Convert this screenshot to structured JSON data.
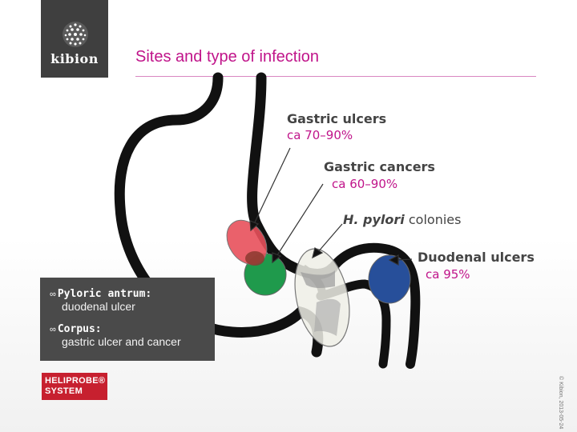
{
  "brand": {
    "name": "kibion",
    "product_line1": "HELIPROBE®",
    "product_line2": "SYSTEM",
    "primary_color": "#3f3f3f",
    "accent_color": "#c7202f"
  },
  "slide": {
    "title": "Sites and type of infection",
    "title_color": "#c0148a"
  },
  "diagram": {
    "labels": {
      "gastric_ulcers": {
        "title": "Gastric ulcers",
        "value": "ca 70–90%"
      },
      "gastric_cancers": {
        "title": "Gastric cancers",
        "value": "ca 60–90%"
      },
      "hpylori": {
        "italic": "H. pylori",
        "rest": " colonies"
      },
      "duodenal_ulcers": {
        "title": "Duodenal ulcers",
        "value": "ca 95%"
      }
    },
    "colors": {
      "gastric_ulcer_site": "#e8505b",
      "gastric_cancer_site": "#1f9a4c",
      "hpylori_site": "#efefe6",
      "duodenal_ulcer_site": "#274f9a",
      "value_text": "#c0148a"
    }
  },
  "info": {
    "items": [
      {
        "bullet": "∞",
        "heading": "Pyloric antrum:",
        "text": "duodenal ulcer"
      },
      {
        "bullet": "∞",
        "heading": "Corpus:",
        "text": "gastric ulcer and cancer"
      }
    ]
  },
  "footer": {
    "copyright": "© Kibion, 2013-05-24"
  }
}
